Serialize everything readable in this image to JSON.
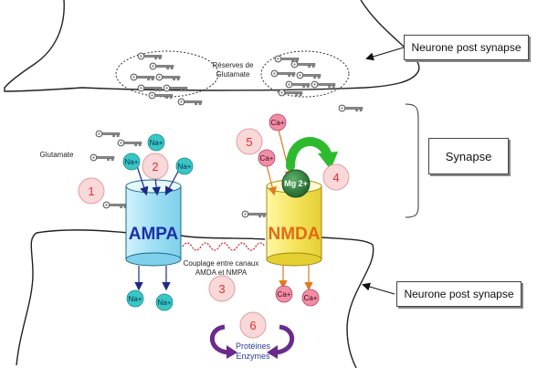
{
  "labels": {
    "neuron_top": "Neurone post synapse",
    "synapse": "Synapse",
    "neuron_bottom": "Neurone post synapse",
    "reserves": [
      "Réserves de",
      "Glutamate"
    ],
    "glutamate": "Glutamate",
    "coupling": [
      "Couplage entre canaux",
      "AMDA et NMPA"
    ],
    "ampa": "AMPA",
    "nmda": "NMDA",
    "mg": "Mg 2+",
    "proteins": [
      "Protéines",
      "Enzymes"
    ]
  },
  "ions": {
    "na": "Na+",
    "ca": "Ca+"
  },
  "steps": [
    "1",
    "2",
    "3",
    "4",
    "5",
    "6"
  ],
  "colors": {
    "ampa_channel": "#aee6f7",
    "nmda_channel": "#f7ec6a",
    "na_ion": "#39c6c6",
    "ca_ion": "#f18ea6",
    "step_circle": "#f8d8d8",
    "step_text": "#e03030",
    "mg_block": "#2f7a3b",
    "arrow_green": "#2dbb2d",
    "purple": "#6a2b8c"
  }
}
